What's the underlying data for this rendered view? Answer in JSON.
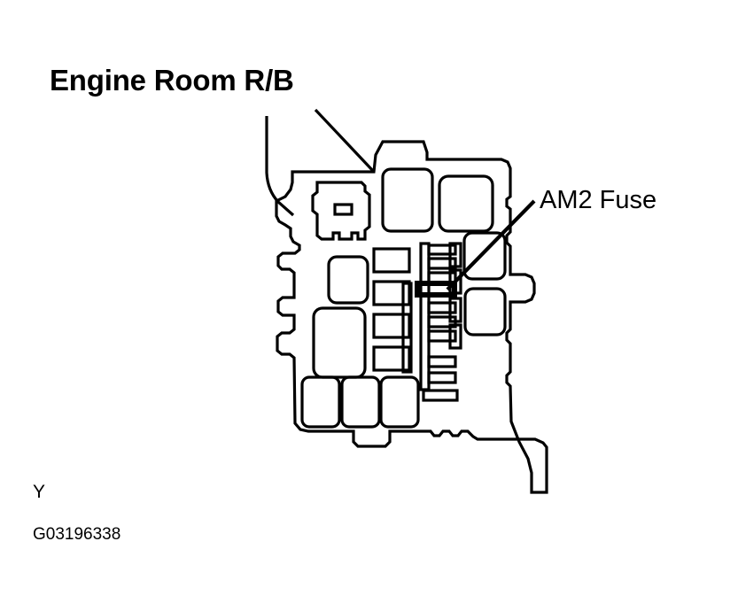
{
  "document": {
    "type": "technical-diagram",
    "subject": "Engine Room Relay Block fuse location",
    "background_color": "#ffffff",
    "line_color": "#000000"
  },
  "labels": {
    "title": "Engine Room R/B",
    "callout": "AM2 Fuse",
    "marker": "Y",
    "figure_id": "G03196338"
  },
  "diagram": {
    "highlighted_component": "AM2 Fuse",
    "highlight_style": "thick-outlined-slot",
    "leader_lines": [
      {
        "name": "title-leader-left",
        "from": "Engine Room R/B",
        "to": "relay-block-left-edge"
      },
      {
        "name": "title-leader-right",
        "from": "Engine Room R/B",
        "to": "relay-block-top-notch"
      },
      {
        "name": "fuse-leader",
        "from": "AM2 Fuse",
        "to": "am2-fuse-slot"
      }
    ],
    "components": {
      "relays_rounded": 6,
      "relays_plain_rect": 4,
      "fuse_slots_horizontal": 11,
      "fuse_slots_vertical": 5
    }
  }
}
